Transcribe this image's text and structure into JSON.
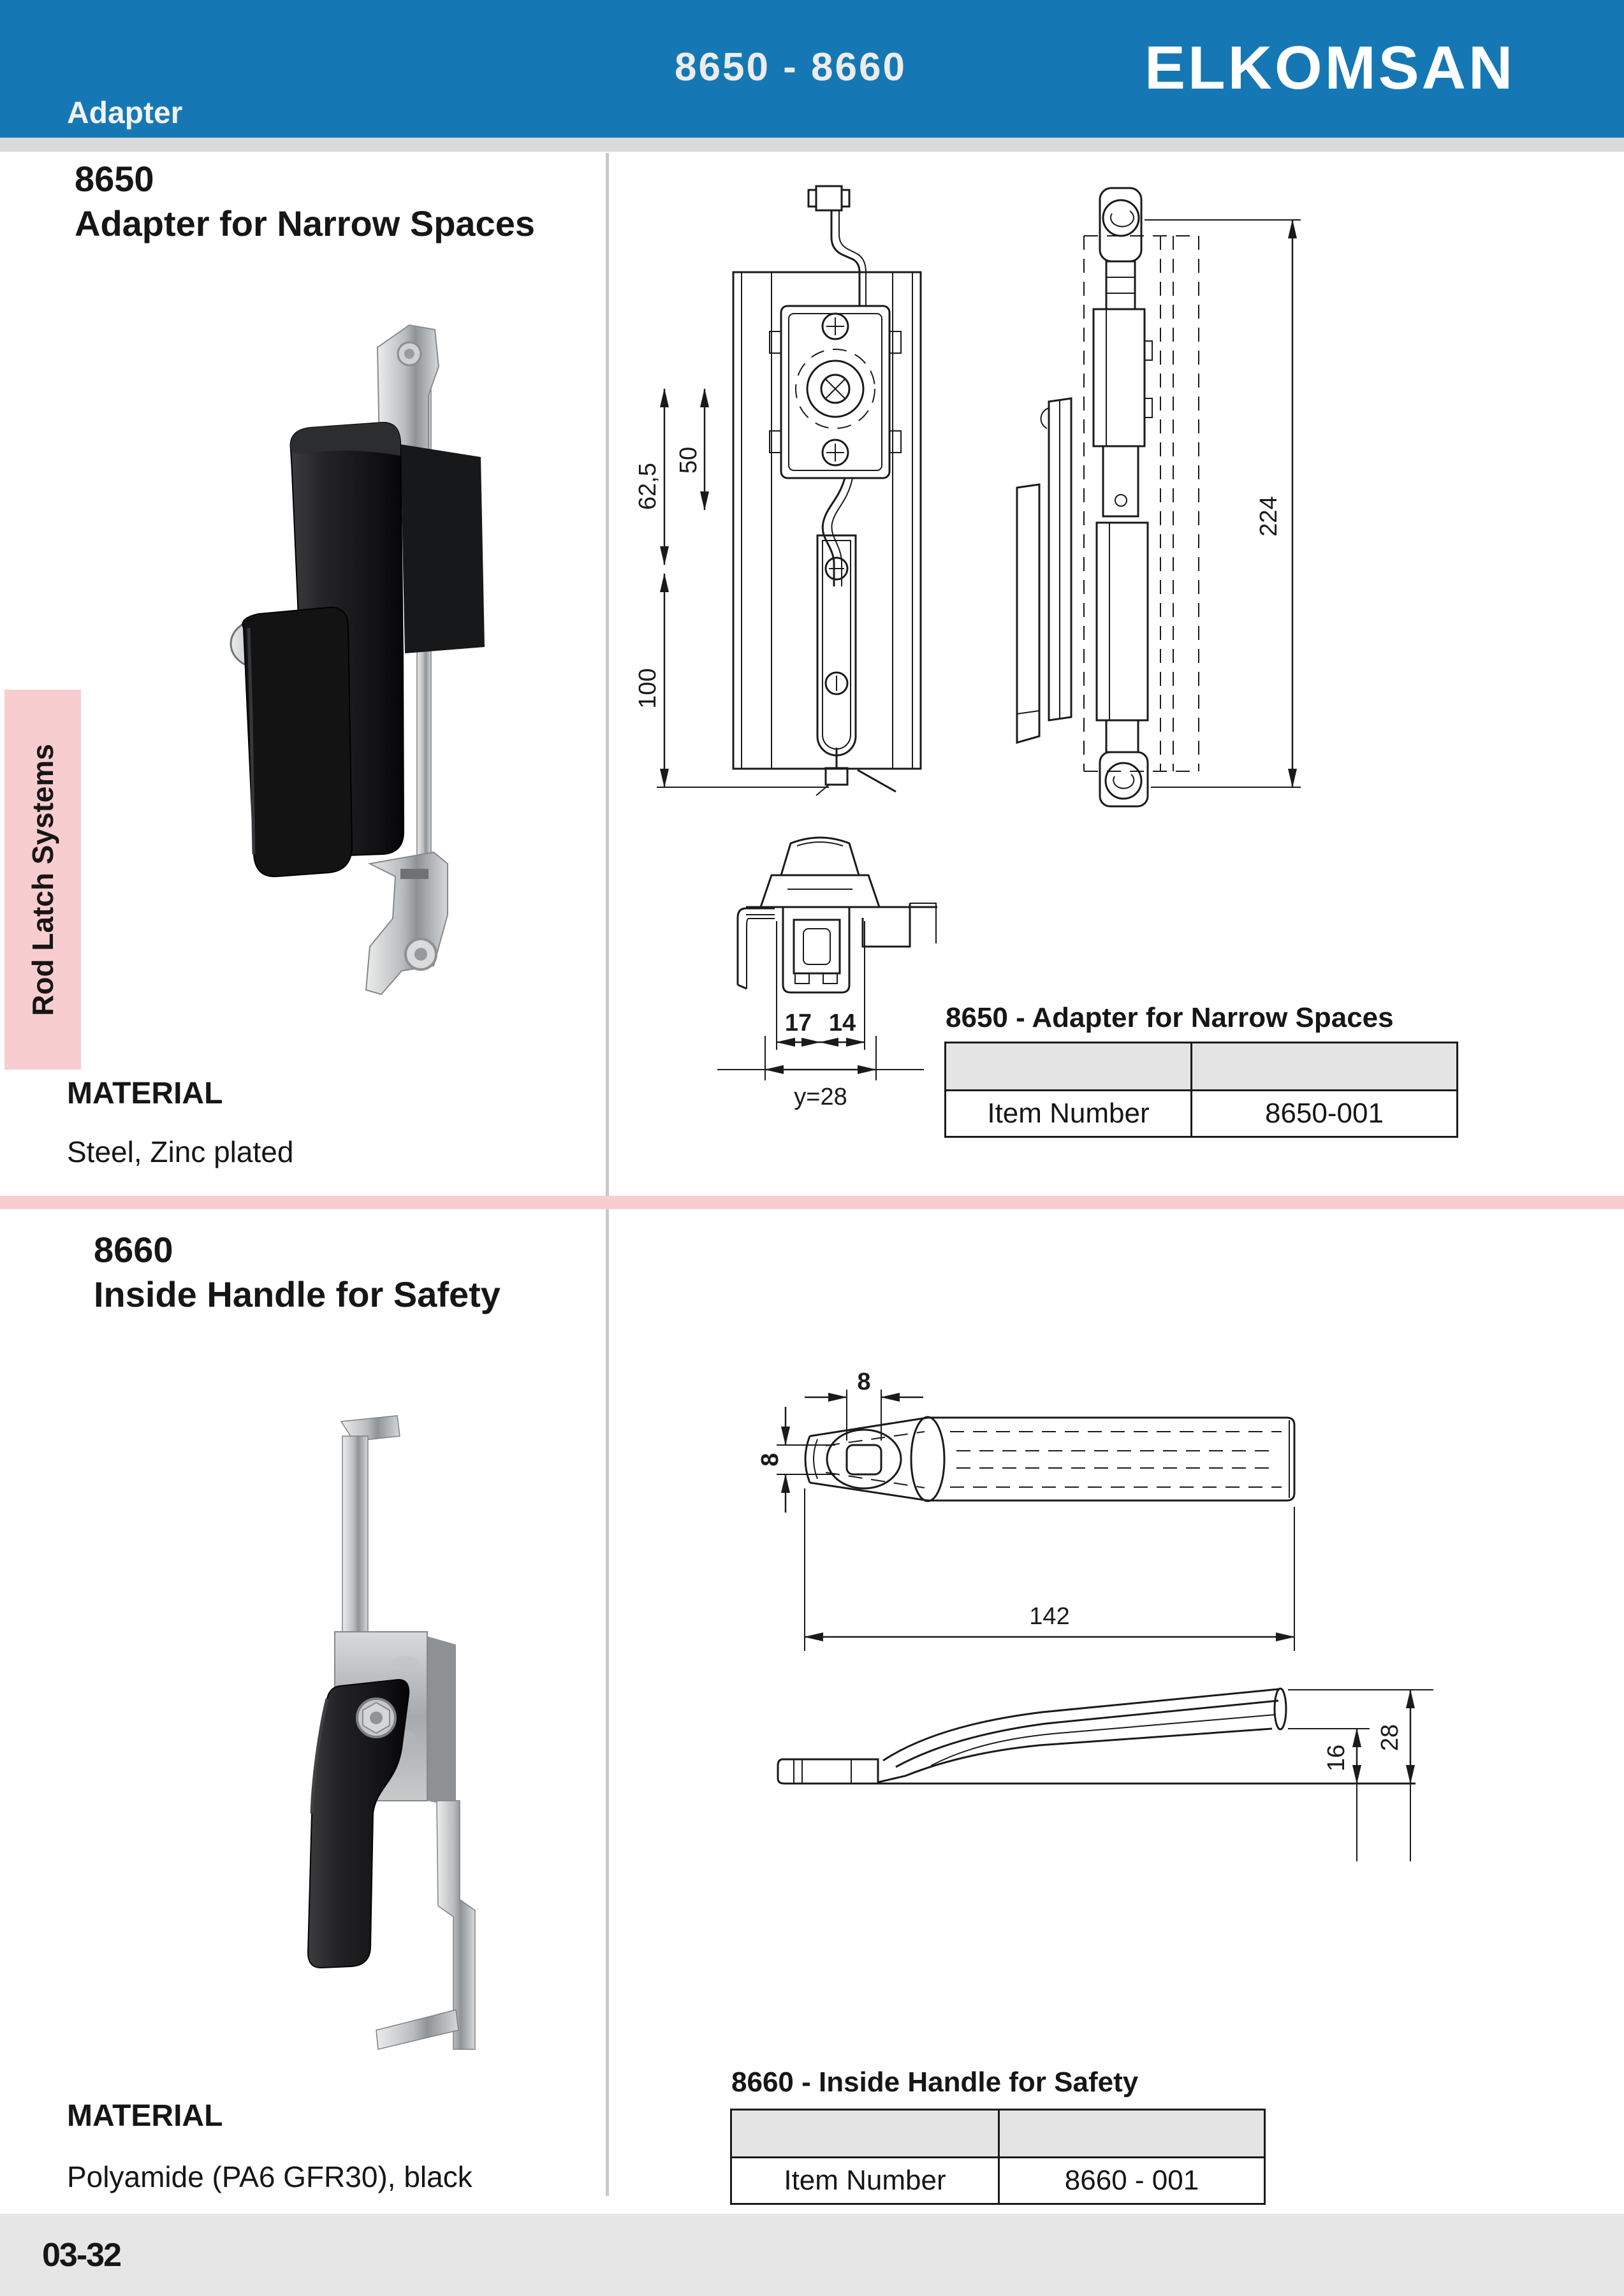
{
  "header": {
    "category": "Adapter",
    "page_range": "8650 - 8660",
    "brand": "ELKOMSAN",
    "banner_color": "#1578b4"
  },
  "sidebar": {
    "label": "Rod Latch Systems",
    "color": "#f8cdd0"
  },
  "products": {
    "p8650": {
      "code": "8650",
      "name": "Adapter for Narrow Spaces",
      "material_label": "MATERIAL",
      "material_value": "Steel, Zinc plated",
      "table": {
        "title": "8650 - Adapter for Narrow Spaces",
        "row_label": "Item Number",
        "row_value": "8650-001"
      },
      "dims": {
        "front_span": "62,5",
        "front_upper": "50",
        "front_lower": "100",
        "side_height": "224",
        "bottom_left": "17",
        "bottom_right": "14",
        "bottom_total": "y=28"
      }
    },
    "p8660": {
      "code": "8660",
      "name": "Inside Handle for Safety",
      "material_label": "MATERIAL",
      "material_value": "Polyamide (PA6 GFR30), black",
      "table": {
        "title": "8660 - Inside Handle for Safety",
        "row_label": "Item Number",
        "row_value": "8660 - 001"
      },
      "dims": {
        "hole_width": "8",
        "hole_height": "8",
        "length": "142",
        "tip_height": "16",
        "overall_height": "28"
      }
    }
  },
  "footer": {
    "page_number": "03-32"
  }
}
